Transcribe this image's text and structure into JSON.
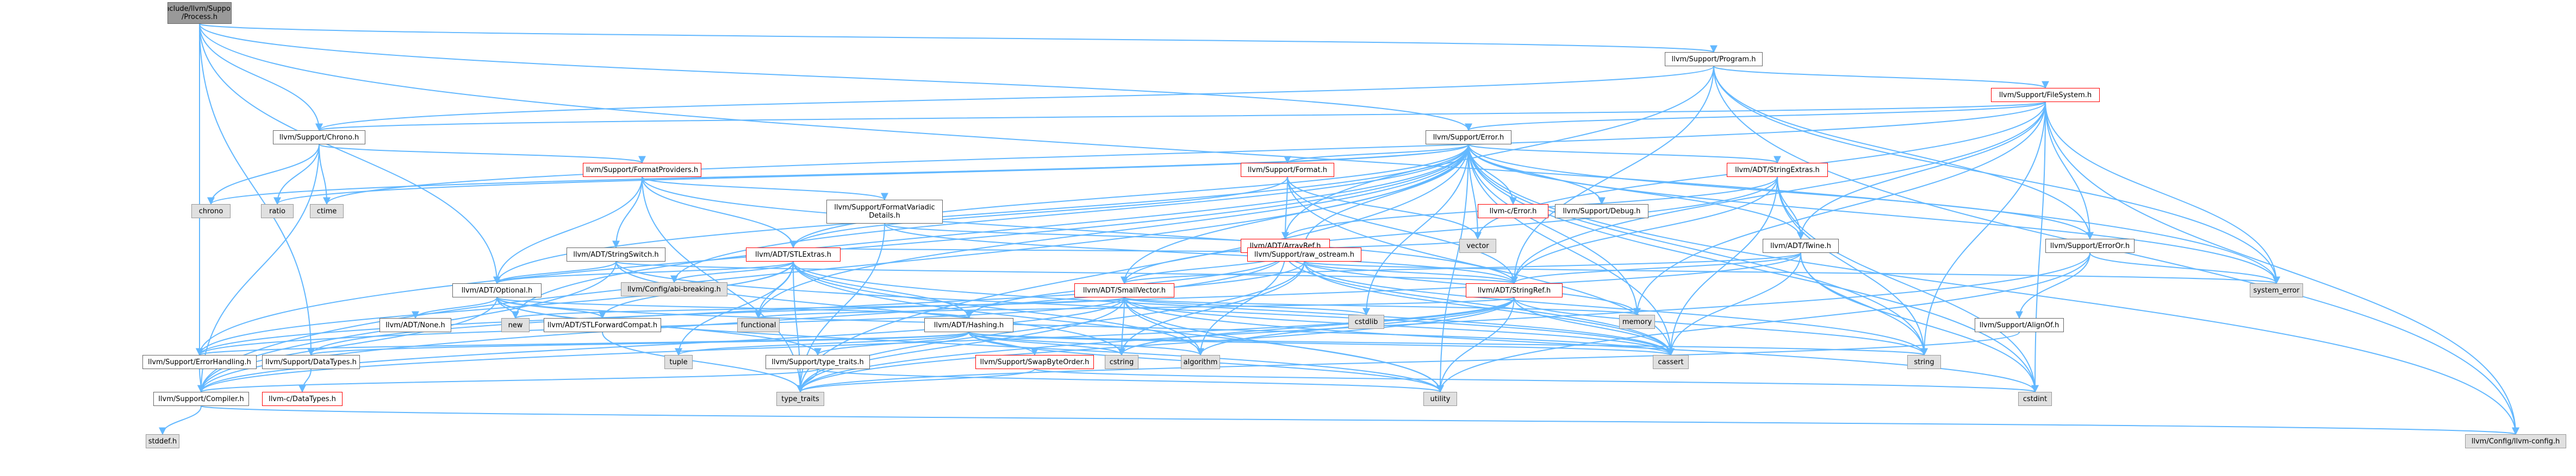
{
  "diagram": {
    "edge_color": "#63b8ff",
    "colors": {
      "documented": "#666666",
      "incomplete": "#ff0000",
      "external": "#e0e0e0",
      "current": "#999999"
    },
    "nodes": [
      {
        "id": "root",
        "label": "include/llvm/Support\n/Process.h",
        "kind": "root"
      },
      {
        "id": "program",
        "label": "llvm/Support/Program.h",
        "kind": "doc"
      },
      {
        "id": "filesystem",
        "label": "llvm/Support/FileSystem.h",
        "kind": "red"
      },
      {
        "id": "chrono_h",
        "label": "llvm/Support/Chrono.h",
        "kind": "doc"
      },
      {
        "id": "error_h",
        "label": "llvm/Support/Error.h",
        "kind": "doc"
      },
      {
        "id": "chrono",
        "label": "chrono",
        "kind": "std"
      },
      {
        "id": "ratio",
        "label": "ratio",
        "kind": "std"
      },
      {
        "id": "ctime",
        "label": "ctime",
        "kind": "std"
      },
      {
        "id": "formatproviders",
        "label": "llvm/Support/FormatProviders.h",
        "kind": "red"
      },
      {
        "id": "format",
        "label": "llvm/Support/Format.h",
        "kind": "red"
      },
      {
        "id": "c_error",
        "label": "llvm-c/Error.h",
        "kind": "red"
      },
      {
        "id": "debug",
        "label": "llvm/Support/Debug.h",
        "kind": "doc"
      },
      {
        "id": "stringextras",
        "label": "llvm/ADT/StringExtras.h",
        "kind": "red"
      },
      {
        "id": "formatvariadic",
        "label": "llvm/Support/FormatVariadic\nDetails.h",
        "kind": "doc"
      },
      {
        "id": "arrayref",
        "label": "llvm/ADT/ArrayRef.h",
        "kind": "red"
      },
      {
        "id": "vector",
        "label": "vector",
        "kind": "std"
      },
      {
        "id": "twine",
        "label": "llvm/ADT/Twine.h",
        "kind": "doc"
      },
      {
        "id": "erroror",
        "label": "llvm/Support/ErrorOr.h",
        "kind": "doc"
      },
      {
        "id": "stringswitch",
        "label": "llvm/ADT/StringSwitch.h",
        "kind": "doc"
      },
      {
        "id": "stlextras",
        "label": "llvm/ADT/STLExtras.h",
        "kind": "red"
      },
      {
        "id": "raw_ostream",
        "label": "llvm/Support/raw_ostream.h",
        "kind": "red"
      },
      {
        "id": "configabi",
        "label": "llvm/Config/abi-breaking.h",
        "kind": "std"
      },
      {
        "id": "system_error",
        "label": "system_error",
        "kind": "std"
      },
      {
        "id": "stringref",
        "label": "llvm/ADT/StringRef.h",
        "kind": "red"
      },
      {
        "id": "smallvector",
        "label": "llvm/ADT/SmallVector.h",
        "kind": "red"
      },
      {
        "id": "alignof",
        "label": "llvm/Support/AlignOf.h",
        "kind": "doc"
      },
      {
        "id": "optional",
        "label": "llvm/ADT/Optional.h",
        "kind": "doc"
      },
      {
        "id": "cstdlib",
        "label": "cstdlib",
        "kind": "std"
      },
      {
        "id": "memory",
        "label": "memory",
        "kind": "std"
      },
      {
        "id": "none",
        "label": "llvm/ADT/None.h",
        "kind": "doc"
      },
      {
        "id": "new",
        "label": "new",
        "kind": "std"
      },
      {
        "id": "stlforward",
        "label": "llvm/ADT/STLForwardCompat.h",
        "kind": "doc"
      },
      {
        "id": "functional",
        "label": "functional",
        "kind": "std"
      },
      {
        "id": "hashing",
        "label": "llvm/ADT/Hashing.h",
        "kind": "doc"
      },
      {
        "id": "cstring",
        "label": "cstring",
        "kind": "std"
      },
      {
        "id": "algorithm",
        "label": "algorithm",
        "kind": "std"
      },
      {
        "id": "cassert",
        "label": "cassert",
        "kind": "std"
      },
      {
        "id": "string",
        "label": "string",
        "kind": "std"
      },
      {
        "id": "errorhandling",
        "label": "llvm/Support/ErrorHandling.h",
        "kind": "doc"
      },
      {
        "id": "datatypes",
        "label": "llvm/Support/DataTypes.h",
        "kind": "doc"
      },
      {
        "id": "tuple",
        "label": "tuple",
        "kind": "std"
      },
      {
        "id": "type_traits_h",
        "label": "llvm/Support/type_traits.h",
        "kind": "doc"
      },
      {
        "id": "swapbyteorder",
        "label": "llvm/Support/SwapByteOrder.h",
        "kind": "red"
      },
      {
        "id": "compiler",
        "label": "llvm/Support/Compiler.h",
        "kind": "doc"
      },
      {
        "id": "c_datatypes",
        "label": "llvm-c/DataTypes.h",
        "kind": "red"
      },
      {
        "id": "type_traits",
        "label": "type_traits",
        "kind": "std"
      },
      {
        "id": "utility",
        "label": "utility",
        "kind": "std"
      },
      {
        "id": "cstdint",
        "label": "cstdint",
        "kind": "std"
      },
      {
        "id": "stddef",
        "label": "stddef.h",
        "kind": "std"
      },
      {
        "id": "config",
        "label": "llvm/Config/llvm-config.h",
        "kind": "std"
      }
    ]
  }
}
